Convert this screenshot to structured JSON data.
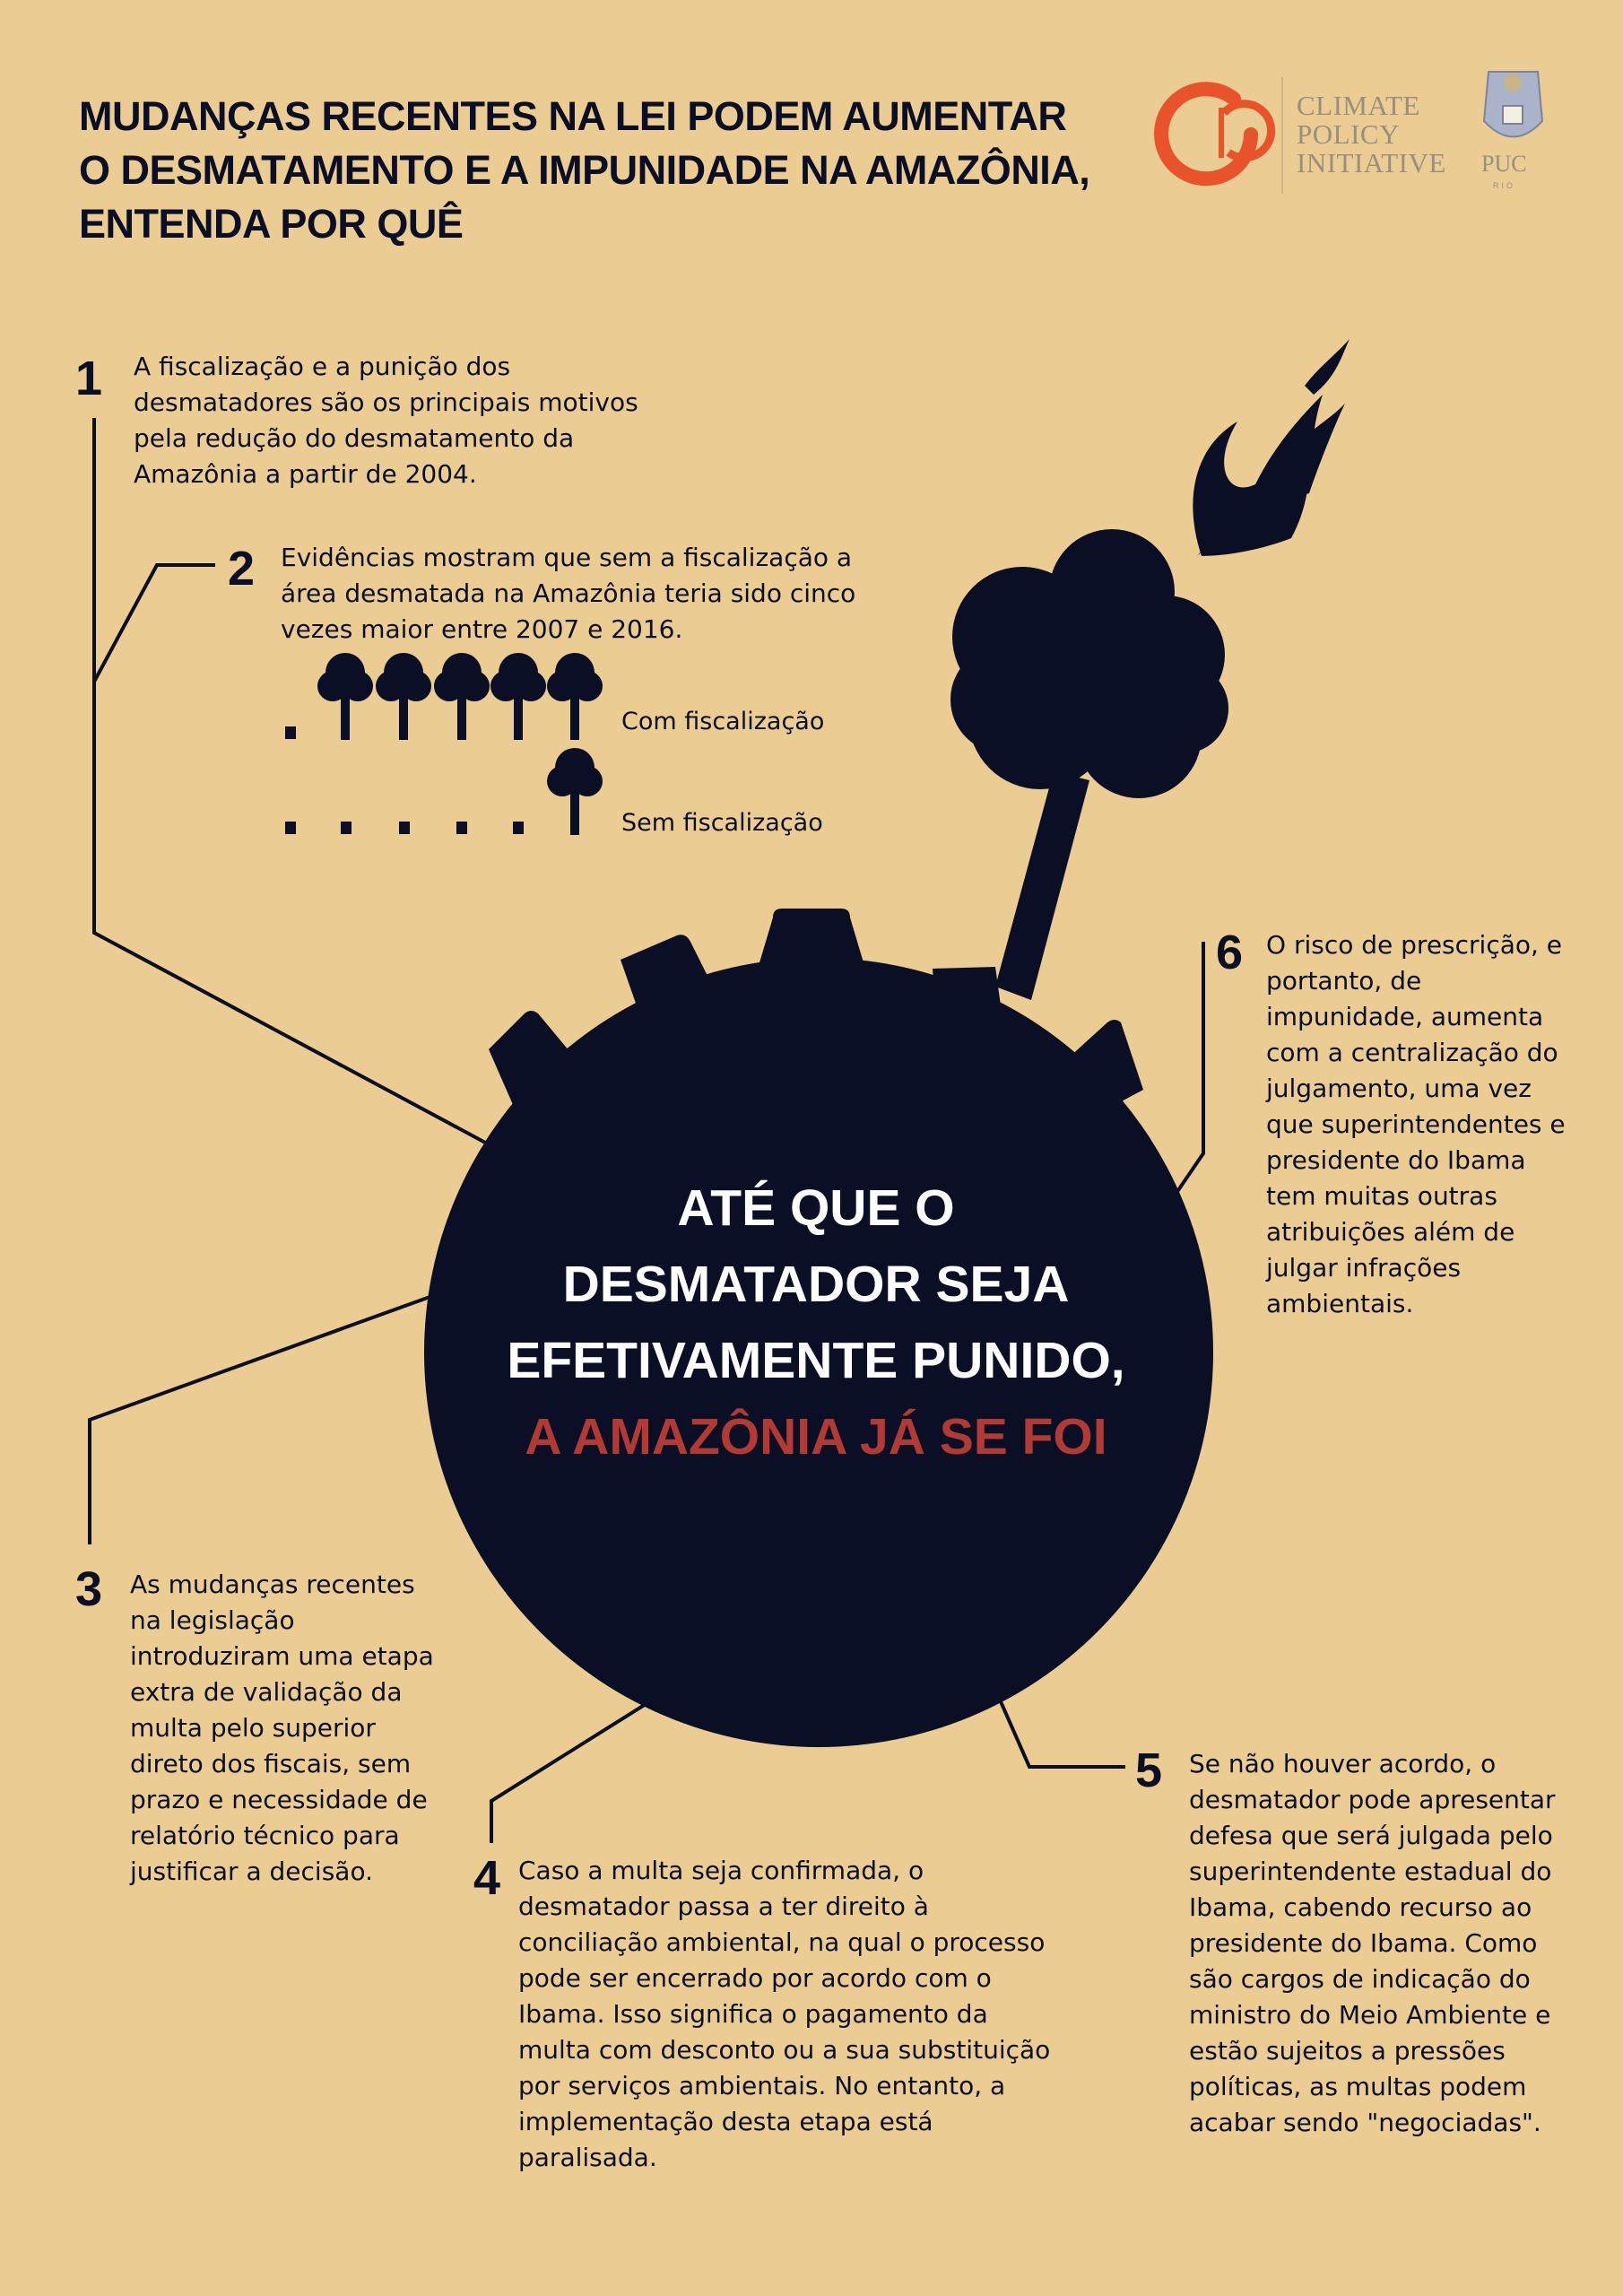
{
  "title": "MUDANÇAS RECENTES NA LEI PODEM AUMENTAR O DESMATAMENTO E A IMPUNIDADE NA AMAZÔNIA, ENTENDA POR QUÊ",
  "logos": {
    "cpi_line1": "CLIMATE",
    "cpi_line2": "POLICY",
    "cpi_line3": "INITIATIVE",
    "puc": "PUC",
    "puc_sub": "RIO"
  },
  "items": [
    {
      "number": "1",
      "text": "A fiscalização e a punição dos desmatadores são os principais motivos pela redução do desmatamento da Amazônia a partir de 2004."
    },
    {
      "number": "2",
      "text": "Evidências mostram que sem a fiscalização a área desmatada na Amazônia teria sido cinco vezes maior entre 2007 e 2016."
    },
    {
      "number": "3",
      "text": "As mudanças recentes na legislação introduziram uma etapa extra de validação da multa pelo superior direto dos fiscais, sem prazo e necessidade de relatório técnico para justificar a decisão."
    },
    {
      "number": "4",
      "text": "Caso a multa seja confirmada, o desmatador passa a ter direito à conciliação ambiental, na qual o processo pode ser encerrado por acordo com o Ibama. Isso significa o pagamento da multa com desconto ou a sua substituição por serviços ambientais. No entanto, a implementação desta etapa está paralisada."
    },
    {
      "number": "5",
      "text": "Se não houver acordo, o desmatador pode apresentar defesa que será julgada pelo superintendente estadual do Ibama, cabendo recurso ao presidente do Ibama. Como são cargos de indicação do ministro do Meio Ambiente e estão sujeitos a pressões políticas, as multas podem acabar sendo \"negociadas\"."
    },
    {
      "number": "6",
      "text": "O risco de prescrição, e portanto, de impunidade, aumenta com a centralização do julgamento, uma vez que superintendentes e presidente do Ibama tem muitas outras atribuições além de julgar infrações ambientais."
    }
  ],
  "trees": {
    "with_label": "Com fiscalização",
    "without_label": "Sem fiscalização",
    "with_standing": 5,
    "with_stumps": 1,
    "without_standing": 1,
    "without_stumps": 5
  },
  "bomb": {
    "line1": "ATÉ QUE O",
    "line2": "DESMATADOR SEJA",
    "line3": "EFETIVAMENTE PUNIDO,",
    "line4": "A AMAZÔNIA JÁ SE FOI"
  },
  "colors": {
    "background": "#ebcc92",
    "dark": "#0b0f25",
    "accent_red": "#b13a34",
    "logo_orange": "#e8532b"
  }
}
